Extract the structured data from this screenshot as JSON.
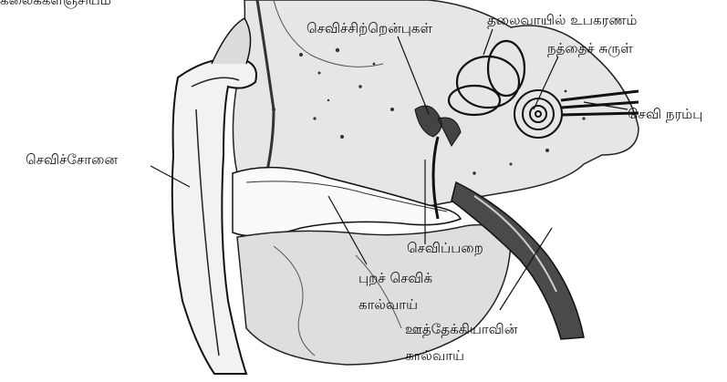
{
  "cut_text": "கலைக்களஞ்சியம்",
  "labels": {
    "eardrum_bones": "செவிச்சிற்றென்புகள்",
    "semicircular": "தலைவாயில் உபகரணம்",
    "cochlea": "நத்தைச் சுருள்",
    "auditory_nerve": "செவி நரம்பு",
    "pinna": "செவிச்சோனை",
    "tympanic_cavity": "செவிப்பறை",
    "ext_canal_1": "புறச் செவிக்",
    "ext_canal_2": "கால்வாய்",
    "eustachian_1": "ஊத்தேக்கியாவின்",
    "eustachian_2": "கால்வாய்"
  },
  "colors": {
    "ink": "#111111",
    "bone": "#e8e8e8",
    "soft": "#f4f4f4",
    "dark": "#444444"
  }
}
